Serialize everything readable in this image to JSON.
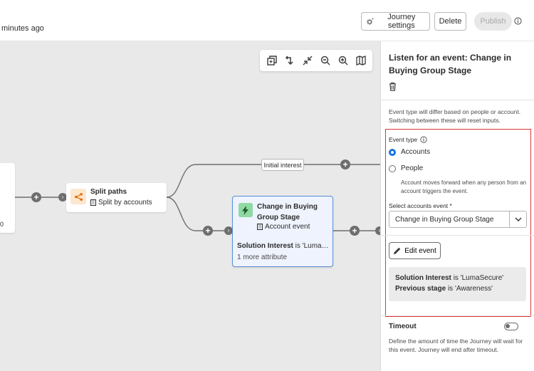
{
  "header": {
    "subtitle": "minutes ago",
    "journey_settings_label": "Journey settings",
    "delete_label": "Delete",
    "publish_label": "Publish"
  },
  "canvas": {
    "toolbar_icons": [
      "duplicate-icon",
      "reroute-icon",
      "collapse-icon",
      "zoom-out-icon",
      "zoom-in-icon",
      "map-icon"
    ],
    "split_node": {
      "title": "Split paths",
      "subtitle": "Split by accounts"
    },
    "path_label": "Initial interest",
    "event_node": {
      "title": "Change in Buying Group Stage",
      "subtitle": "Account event",
      "condition": "Solution Interest is 'LumaSec...",
      "more": "1 more attribute"
    },
    "left_node_text": "0"
  },
  "panel": {
    "title": "Listen for an event: Change in Buying Group Stage",
    "description": "Event type will differ based on people or account. Switching between these will reset inputs.",
    "event_type_label": "Event type",
    "options": [
      {
        "label": "Accounts",
        "checked": true
      },
      {
        "label": "People",
        "checked": false
      }
    ],
    "accounts_help": "Account moves forward when any person from an account triggers the event.",
    "select_label": "Select accounts event",
    "select_required": "*",
    "select_value": "Change in Buying Group Stage",
    "edit_event_label": "Edit event",
    "conditions": [
      {
        "attr": "Solution Interest",
        "op": "is",
        "value": "'LumaSecure'"
      },
      {
        "attr": "Previous stage",
        "op": "is",
        "value": "'Awareness'"
      }
    ],
    "timeout_label": "Timeout",
    "timeout_enabled": false,
    "timeout_desc": "Define the amount of time the Journey will wait for this event. Journey will end after timeout."
  },
  "colors": {
    "accent": "#1473e6",
    "highlight_box": "#e03535",
    "event_node_border": "#5a8fd6",
    "event_node_bg": "#eef3fd",
    "split_icon_bg": "#fde7cf",
    "event_icon_bg": "#8fd9a3"
  }
}
